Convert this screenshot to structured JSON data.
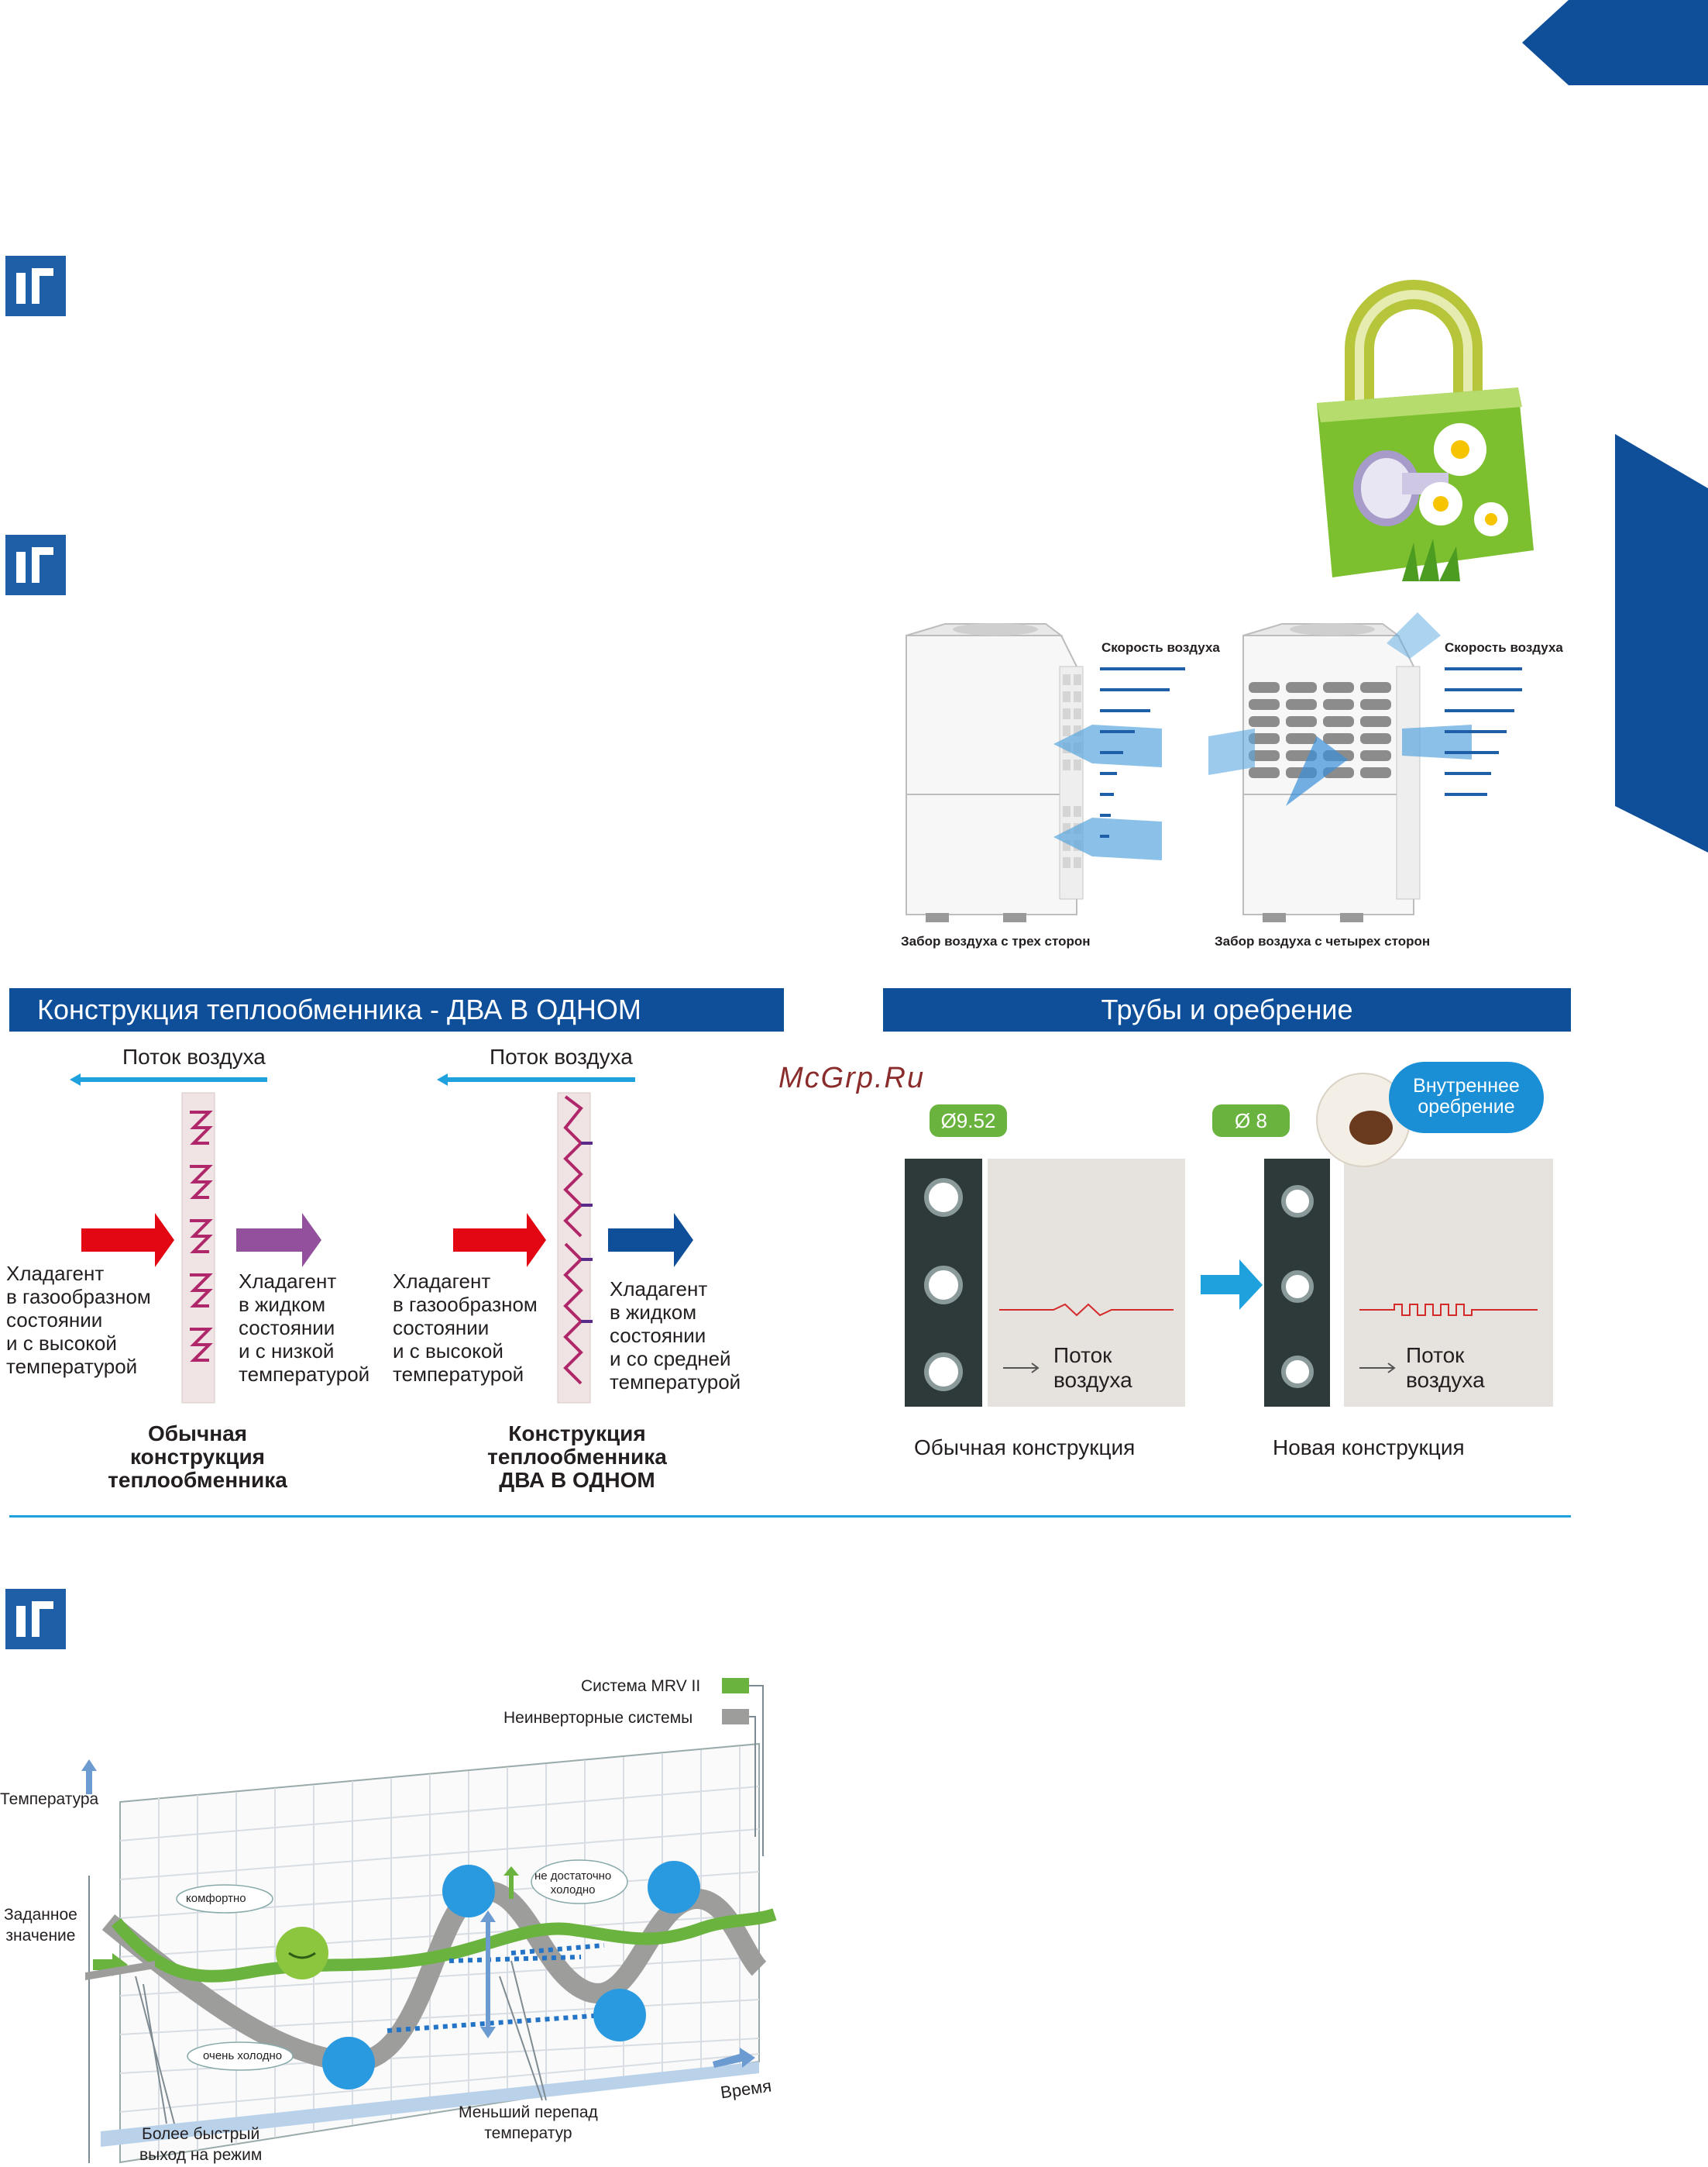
{
  "watermark": "McGrp.Ru",
  "air_section": {
    "left_speed_label": "Скорость воздуха",
    "right_speed_label": "Скорость воздуха",
    "left_caption": "Забор воздуха с трех сторон",
    "right_caption": "Забор воздуха с четырех сторон"
  },
  "heat_exchanger": {
    "title": "Конструкция теплообменника - ДВА В ОДНОМ",
    "airflow_left": "Поток воздуха",
    "airflow_right": "Поток воздуха",
    "in_left": [
      "Хладагент",
      "в газообразном",
      "состоянии",
      "и с высокой",
      "температурой"
    ],
    "out_left": [
      "Хладагент",
      "в жидком",
      "состоянии",
      "и с низкой",
      "температурой"
    ],
    "in_right": [
      "Хладагент",
      "в газообразном",
      "состоянии",
      "и с высокой",
      "температурой"
    ],
    "out_right": [
      "Хладагент",
      "в жидком",
      "состоянии",
      "и со средней",
      "температурой"
    ],
    "caption_left": [
      "Обычная",
      "конструкция",
      "теплообменника"
    ],
    "caption_right": [
      "Конструкция",
      "теплообменника",
      "ДВА В ОДНОМ"
    ],
    "colors": {
      "gas_arrow": "#e30613",
      "liquid_low": "#93509d",
      "liquid_mid": "#0f4f9a",
      "airflow": "#1ea1dc"
    }
  },
  "pipes": {
    "title": "Трубы и оребрение",
    "badge_left": "Ø9.52",
    "badge_right": "Ø  8",
    "inner_fin_label": [
      "Внутреннее",
      "оребрение"
    ],
    "flow_left": [
      "Поток",
      "воздуха"
    ],
    "flow_right": [
      "Поток",
      "воздуха"
    ],
    "caption_left": "Обычная конструкция",
    "caption_right": "Новая конструкция",
    "colors": {
      "badge": "#6ab33f",
      "bubble": "#1b8fd6"
    }
  },
  "temp_chart": {
    "legend_mrv": "Система MRV II",
    "legend_noninv": "Неинверторные системы",
    "y_label": "Температура",
    "setpoint_label": [
      "Заданное",
      "значение"
    ],
    "x_label": "Время",
    "faster_label": [
      "Более быстрый",
      "выход на режим"
    ],
    "smaller_diff_label": [
      "Меньший перепад",
      "температур"
    ],
    "comfortable": "комфортно",
    "very_cold": "очень холодно",
    "not_cold_enough": [
      "не достаточно",
      "холодно"
    ],
    "colors": {
      "mrv": "#6ab33f",
      "noninv": "#9d9d9c",
      "accent": "#1f5fa8"
    }
  }
}
